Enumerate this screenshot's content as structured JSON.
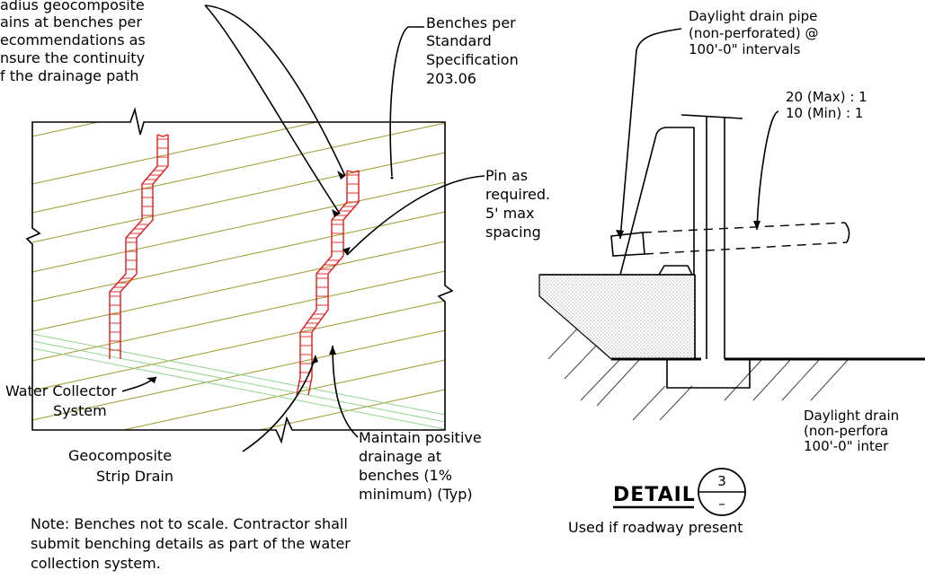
{
  "left_detail": {
    "callout_radius": [
      "adius geocomposite",
      "ains at benches per",
      "ecommendations as",
      "nsure the continuity",
      "f the drainage path"
    ],
    "callout_benches": [
      "Benches per",
      "Standard",
      "Specification",
      "203.06"
    ],
    "callout_pin": [
      "Pin as",
      "required.",
      "5' max",
      "spacing"
    ],
    "callout_water": [
      "Water Collector",
      "System"
    ],
    "callout_strip": [
      "Geocomposite",
      "Strip Drain"
    ],
    "callout_maintain": [
      "Maintain positive",
      "drainage at",
      "benches (1%",
      "minimum) (Typ)"
    ],
    "note": [
      "Note: Benches not to scale.  Contractor shall",
      "submit benching details as part of the water",
      "collection system."
    ]
  },
  "right_detail": {
    "callout_pipe": [
      "Daylight drain pipe",
      "(non-perforated) @",
      "100'-0\" intervals"
    ],
    "callout_slope": [
      "20 (Max) : 1",
      "10 (Min) : 1"
    ],
    "callout_pipe_cut": [
      "Daylight drain",
      "(non-perfora",
      "100'-0\" inter"
    ],
    "detail_title": "DETAIL",
    "detail_number": "3",
    "detail_sheet": "–",
    "caption": "Used if roadway present"
  },
  "colors": {
    "bench_lines": "#a3a33b",
    "drain": "#e0191b",
    "water_collector": "#8fd48f",
    "ink": "#000000"
  }
}
